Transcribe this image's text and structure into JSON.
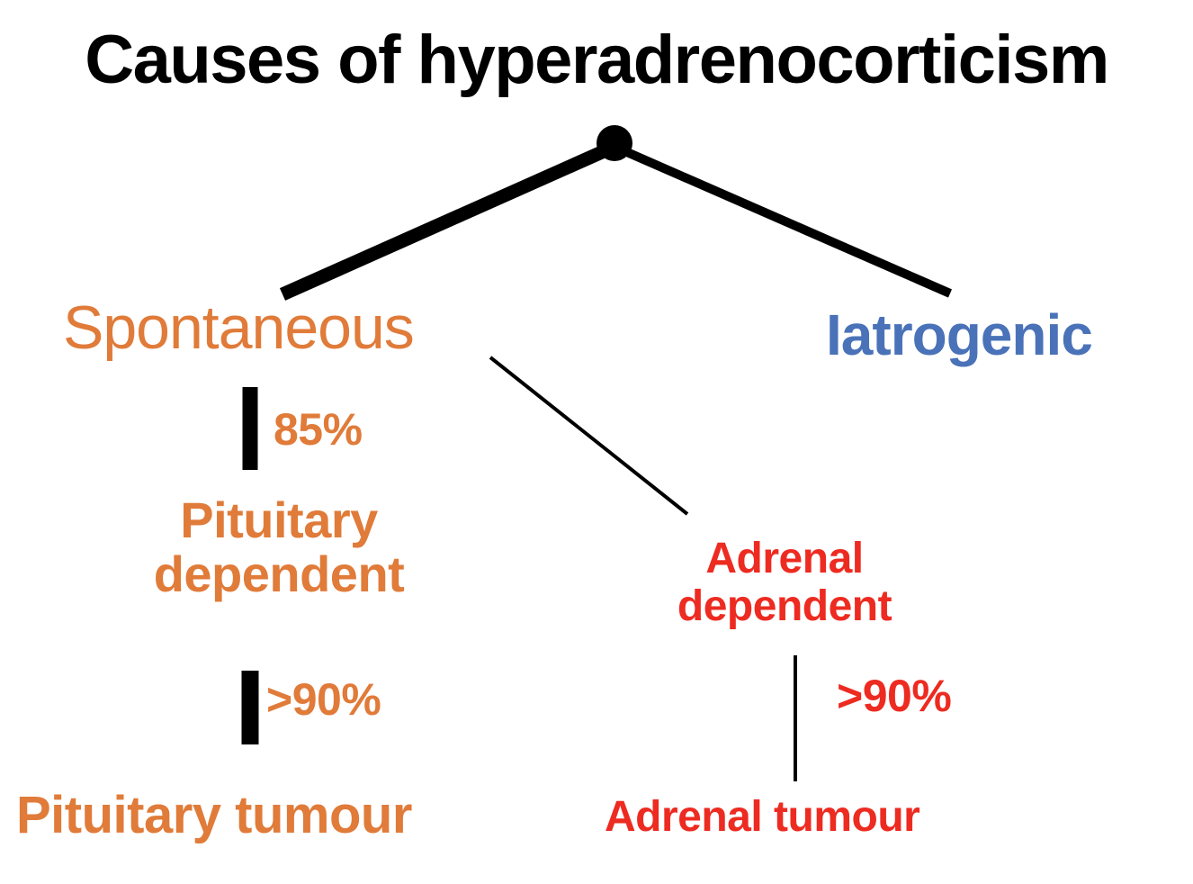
{
  "diagram": {
    "title": "Causes of hyperadrenocorticism",
    "root": {
      "name": "root-node",
      "shape": "filled-circle"
    },
    "nodes": {
      "spontaneous": "Spontaneous",
      "iatrogenic": "Iatrogenic",
      "pituitary_dependent": "Pituitary\ndependent",
      "adrenal_dependent": "Adrenal\ndependent",
      "pituitary_tumour": "Pituitary tumour",
      "adrenal_tumour": "Adrenal tumour"
    },
    "edge_labels": {
      "spontaneous_to_pituitary": "85%",
      "pituitary_to_tumour": ">90%",
      "adrenal_to_tumour": ">90%"
    },
    "colors": {
      "title": "#000000",
      "orange": "#E07B39",
      "blue": "#4A72B8",
      "red": "#ED2B21",
      "connector": "#000000",
      "background": "#FFFFFF"
    }
  }
}
